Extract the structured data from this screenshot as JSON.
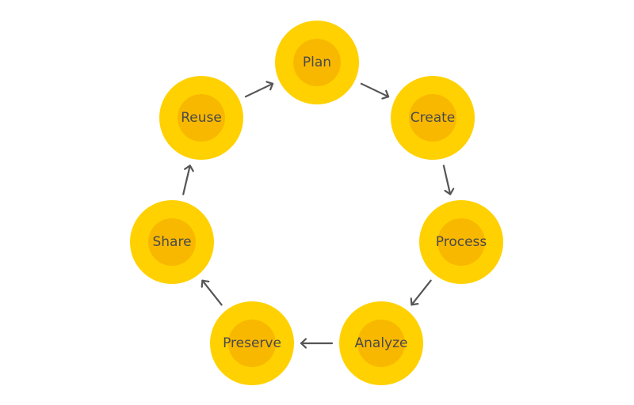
{
  "diagram": {
    "colors": {
      "outer": "#FFD100",
      "inner": "#F9B800",
      "text": "#4a4a4a",
      "arrow": "#555555"
    },
    "nodes": [
      {
        "id": "plan",
        "label": "Plan"
      },
      {
        "id": "create",
        "label": "Create"
      },
      {
        "id": "process",
        "label": "Process"
      },
      {
        "id": "analyze",
        "label": "Analyze"
      },
      {
        "id": "preserve",
        "label": "Preserve"
      },
      {
        "id": "share",
        "label": "Share"
      },
      {
        "id": "reuse",
        "label": "Reuse"
      }
    ],
    "edges": [
      {
        "from": "plan",
        "to": "create"
      },
      {
        "from": "create",
        "to": "process"
      },
      {
        "from": "process",
        "to": "analyze"
      },
      {
        "from": "analyze",
        "to": "preserve"
      },
      {
        "from": "preserve",
        "to": "share"
      },
      {
        "from": "share",
        "to": "reuse"
      },
      {
        "from": "reuse",
        "to": "plan"
      }
    ]
  }
}
